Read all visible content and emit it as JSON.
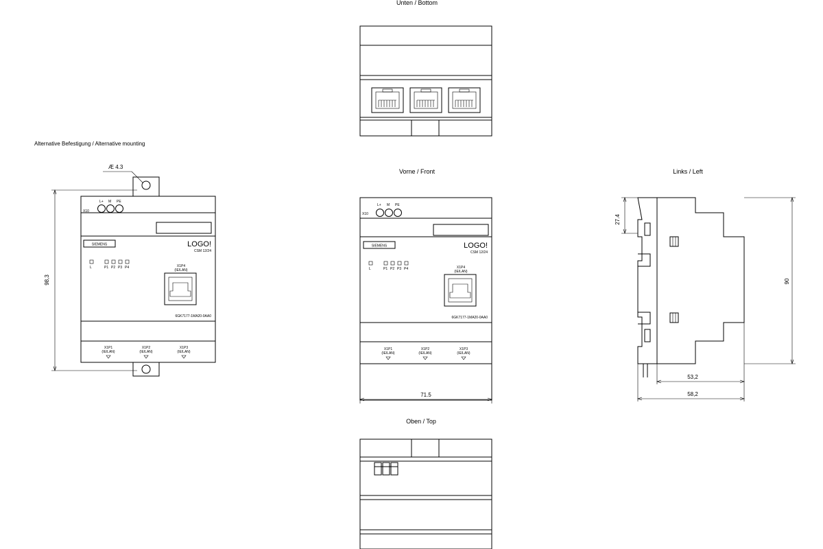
{
  "views": {
    "bottom": "Unten / Bottom",
    "alt_mount": "Alternative Befestigung / Alternative mounting",
    "front": "Vorne / Front",
    "left": "Links / Left",
    "top": "Oben / Top"
  },
  "dimensions": {
    "hole": "Æ 4.3",
    "height_alt": "98,3",
    "width_front": "71.5",
    "offset_left": "27.4",
    "height_left": "90",
    "depth1": "53,2",
    "depth2": "58,2"
  },
  "device": {
    "brand": "SIEMENS",
    "model": "LOGO!",
    "variant": "CSM 12/24",
    "order_no": "6GK7177-1MA20-0AA0",
    "x10": "X10",
    "terminals": [
      "L+",
      "M",
      "PE"
    ],
    "led_l": "L",
    "leds_p": [
      "P1",
      "P2",
      "P3",
      "P4"
    ],
    "port_x1p4": "X1P4",
    "ielan": "(IE/LAN)",
    "ports_bottom": [
      "X1P1",
      "X1P2",
      "X1P3"
    ]
  }
}
